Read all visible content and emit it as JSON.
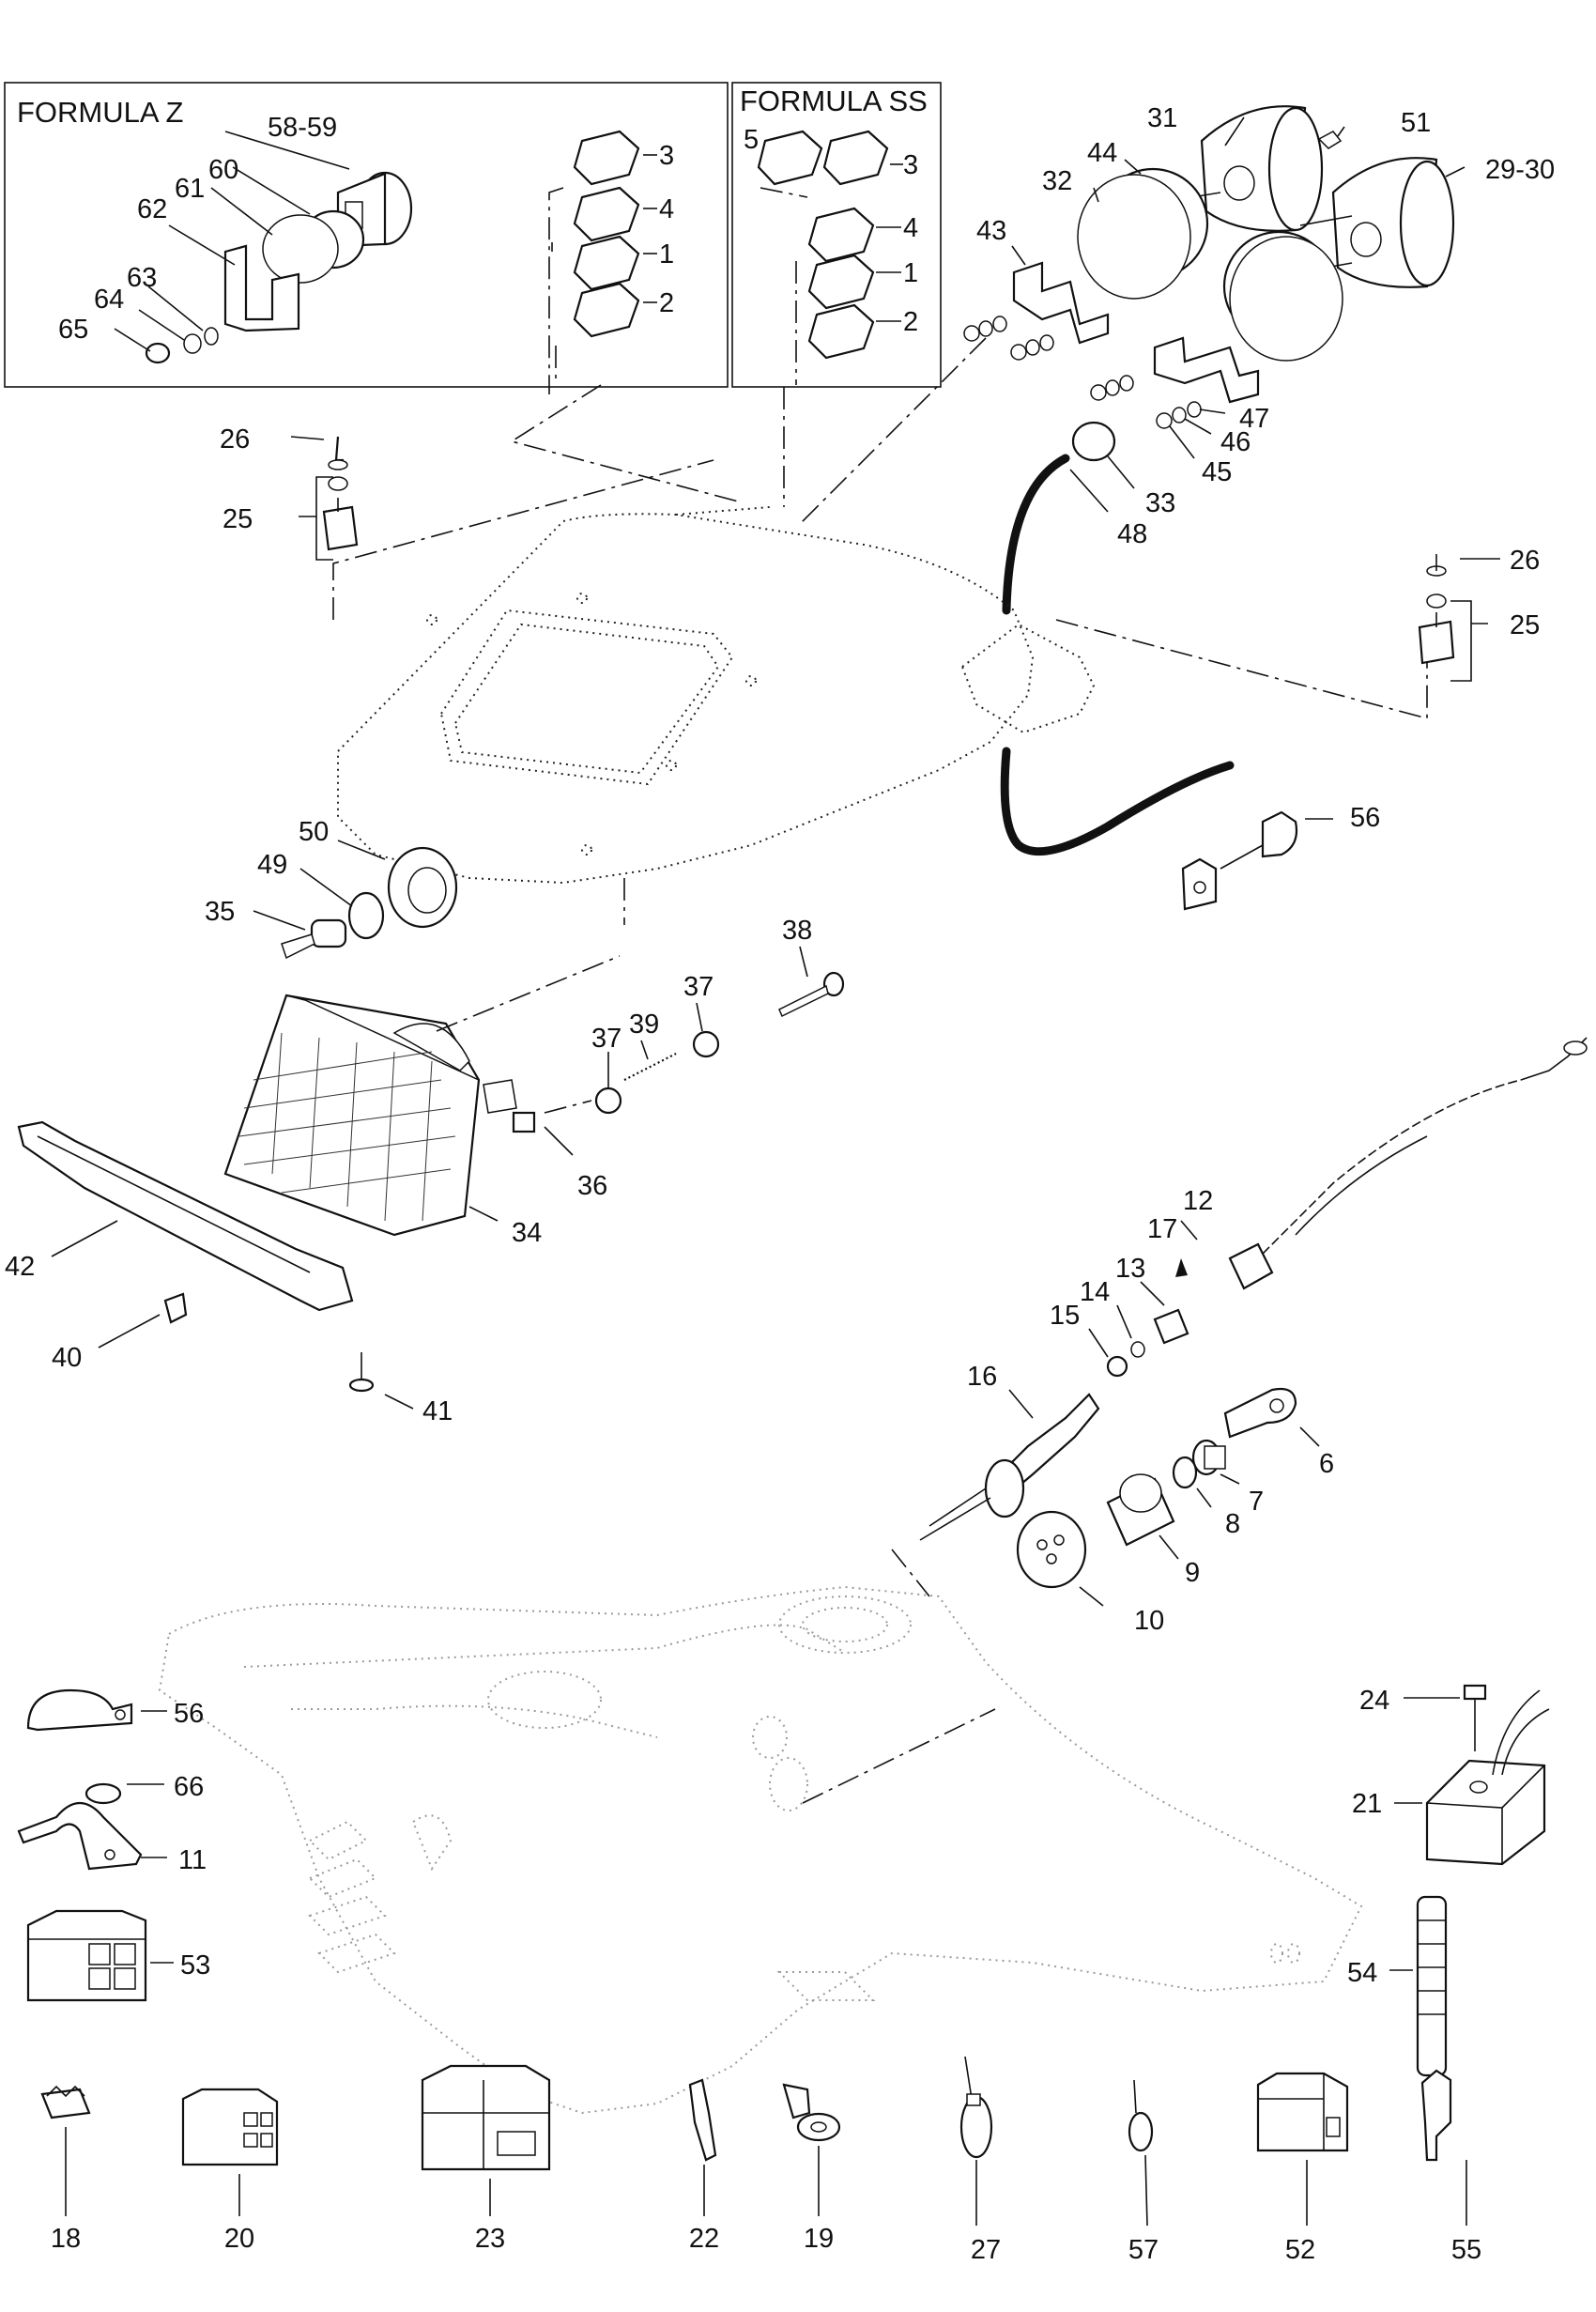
{
  "boxes": {
    "formula_z": "FORMULA Z",
    "formula_ss": "FORMULA SS"
  },
  "labels": {
    "l58_59": "58-59",
    "l60": "60",
    "l61": "61",
    "l62": "62",
    "l63": "63",
    "l64": "64",
    "l65": "65",
    "z3": "3",
    "z4": "4",
    "z1": "1",
    "z2": "2",
    "ss5": "5",
    "ss3": "3",
    "ss4": "4",
    "ss1": "1",
    "ss2": "2",
    "l31": "31",
    "l51": "51",
    "l44": "44",
    "l32": "32",
    "l29_30": "29-30",
    "l43": "43",
    "l47": "47",
    "l46": "46",
    "l45": "45",
    "l33": "33",
    "l48": "48",
    "l26a": "26",
    "l25a": "25",
    "l26b": "26",
    "l25b": "25",
    "l56a": "56",
    "l50": "50",
    "l49": "49",
    "l35": "35",
    "l38": "38",
    "l37a": "37",
    "l37b": "37",
    "l39": "39",
    "l36": "36",
    "l34": "34",
    "l42": "42",
    "l40": "40",
    "l41": "41",
    "l12": "12",
    "l17": "17",
    "l13": "13",
    "l14": "14",
    "l15": "15",
    "l16": "16",
    "l6": "6",
    "l7": "7",
    "l8": "8",
    "l9": "9",
    "l10": "10",
    "l56b": "56",
    "l66": "66",
    "l11": "11",
    "l53": "53",
    "l24": "24",
    "l21": "21",
    "l54": "54",
    "l18": "18",
    "l20": "20",
    "l23": "23",
    "l22": "22",
    "l19": "19",
    "l27": "27",
    "l57": "57",
    "l52": "52",
    "l55": "55"
  },
  "colors": {
    "ink": "#111111",
    "ghost": "#9a9a9a",
    "background": "#ffffff"
  }
}
